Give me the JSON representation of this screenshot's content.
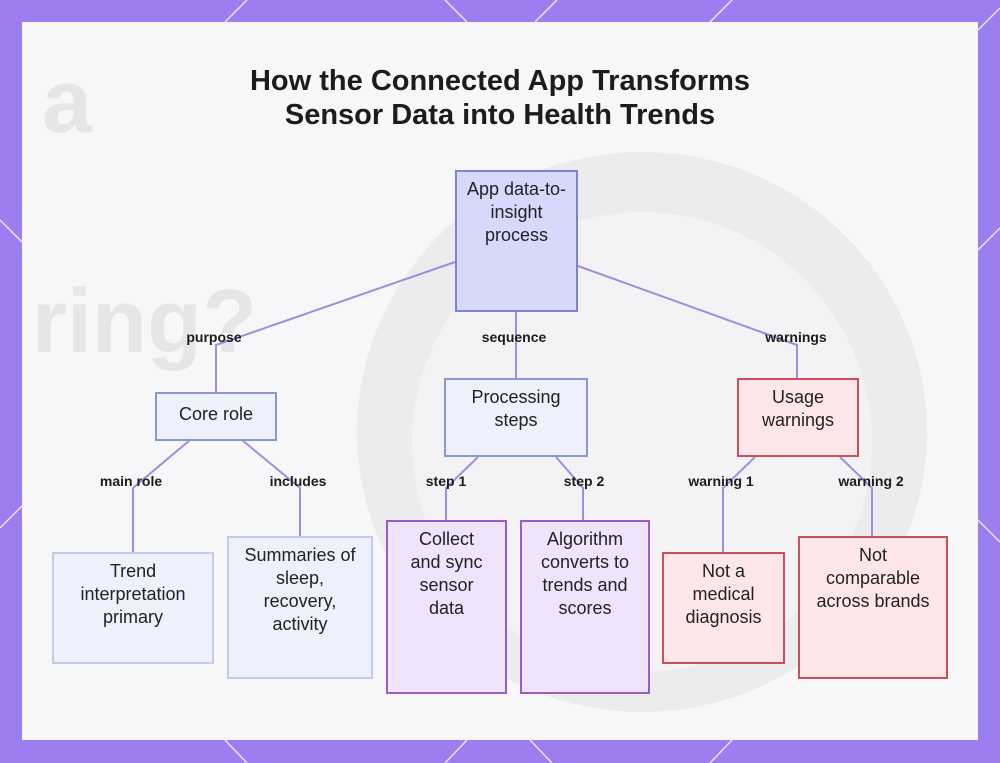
{
  "title": {
    "line1": "How the Connected App Transforms",
    "line2": "Sensor Data into Health Trends"
  },
  "nodes": {
    "root": "App data-to-insight process",
    "core_role": "Core role",
    "processing_steps": "Processing steps",
    "usage_warnings": "Usage warnings",
    "trend_interpretation": "Trend interpretation primary",
    "summaries": "Summaries of sleep, recovery, activity",
    "collect_sync": "Collect and sync sensor data",
    "algorithm": "Algorithm converts to trends and scores",
    "not_medical": "Not a medical diagnosis",
    "not_comparable": "Not comparable across brands"
  },
  "edge_labels": {
    "purpose": "purpose",
    "sequence": "sequence",
    "warnings": "warnings",
    "main_role": "main role",
    "includes": "includes",
    "step1": "step 1",
    "step2": "step 2",
    "warning1": "warning 1",
    "warning2": "warning 2"
  },
  "colors": {
    "border": "#9d7ef0",
    "connector": "#a58be0",
    "root_fill": "#d6d9fb",
    "purple_node": "#9b5bc9",
    "red_node": "#c9505a"
  }
}
